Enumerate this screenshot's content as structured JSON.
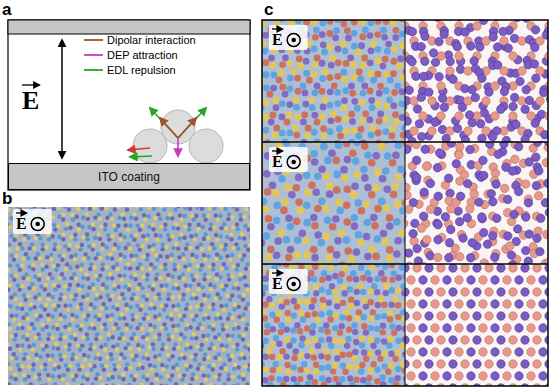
{
  "diagram": {
    "nodes": [
      {
        "text": [
          "ITO coating"
        ]
      }
    ],
    "labels": [
      "a",
      "E",
      "b",
      "E",
      "c",
      "E",
      "E",
      "E"
    ],
    "legend": [
      {
        "text": "Dipolar interaction"
      },
      {
        "text": "DEP attraction"
      },
      {
        "text": "EDL repulsion"
      }
    ]
  }
}
